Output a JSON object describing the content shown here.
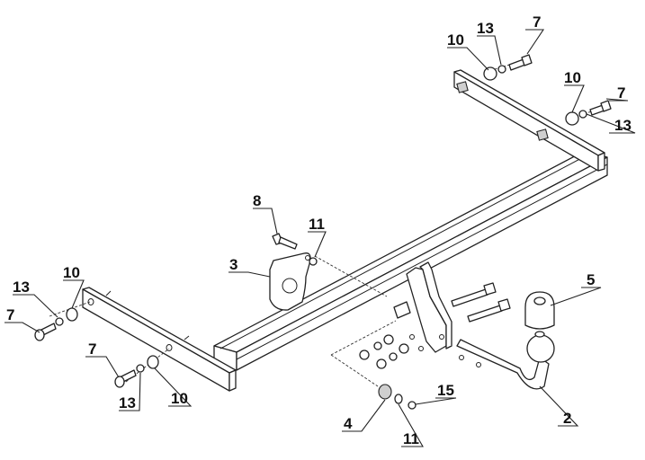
{
  "diagram": {
    "title": "Tow bar exploded assembly diagram",
    "callouts": [
      {
        "id": "c-10-top",
        "label": "10"
      },
      {
        "id": "c-13-top",
        "label": "13"
      },
      {
        "id": "c-7-top",
        "label": "7"
      },
      {
        "id": "c-10-right",
        "label": "10"
      },
      {
        "id": "c-7-right",
        "label": "7"
      },
      {
        "id": "c-13-right",
        "label": "13"
      },
      {
        "id": "c-8",
        "label": "8"
      },
      {
        "id": "c-11-mid",
        "label": "11"
      },
      {
        "id": "c-3",
        "label": "3"
      },
      {
        "id": "c-10-left",
        "label": "10"
      },
      {
        "id": "c-13-left",
        "label": "13"
      },
      {
        "id": "c-7-left",
        "label": "7"
      },
      {
        "id": "c-7-lower",
        "label": "7"
      },
      {
        "id": "c-13-lower",
        "label": "13"
      },
      {
        "id": "c-10-lower",
        "label": "10"
      },
      {
        "id": "c-5",
        "label": "5"
      },
      {
        "id": "c-2",
        "label": "2"
      },
      {
        "id": "c-4",
        "label": "4"
      },
      {
        "id": "c-11-bottom",
        "label": "11"
      },
      {
        "id": "c-15",
        "label": "15"
      }
    ]
  }
}
